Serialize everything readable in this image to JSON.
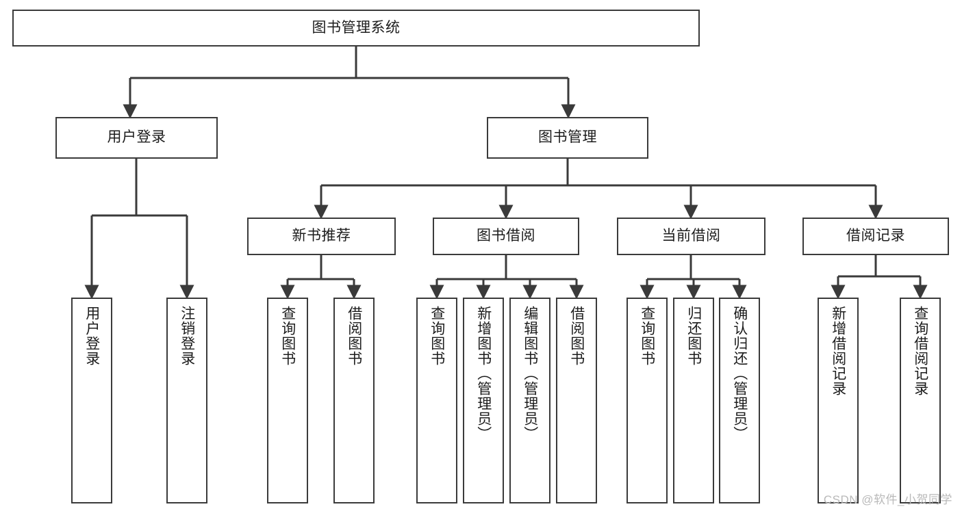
{
  "diagram": {
    "title": "图书管理系统",
    "watermark": "CSDN @软件_小贺同学",
    "colors": {
      "stroke": "#3a3a3a",
      "box_fill": "#ffffff",
      "text": "#1c1c1c",
      "watermark": "#b9b9b9",
      "background": "#ffffff"
    },
    "root": {
      "label": "图书管理系统"
    },
    "level1": [
      {
        "label": "用户登录"
      },
      {
        "label": "图书管理"
      }
    ],
    "level2": [
      {
        "label": "新书推荐"
      },
      {
        "label": "图书借阅"
      },
      {
        "label": "当前借阅"
      },
      {
        "label": "借阅记录"
      }
    ],
    "leaves": {
      "user_login": [
        {
          "label": "用户登录"
        },
        {
          "label": "注销登录"
        }
      ],
      "new_book_recommend": [
        {
          "label": "查询图书"
        },
        {
          "label": "借阅图书"
        }
      ],
      "book_borrow": [
        {
          "label": "查询图书"
        },
        {
          "label": "新增图书（管理员）"
        },
        {
          "label": "编辑图书（管理员）"
        },
        {
          "label": "借阅图书"
        }
      ],
      "current_borrow": [
        {
          "label": "查询图书"
        },
        {
          "label": "归还图书"
        },
        {
          "label": "确认归还（管理员）"
        }
      ],
      "borrow_record": [
        {
          "label": "新增借阅记录"
        },
        {
          "label": "查询借阅记录"
        }
      ]
    }
  }
}
